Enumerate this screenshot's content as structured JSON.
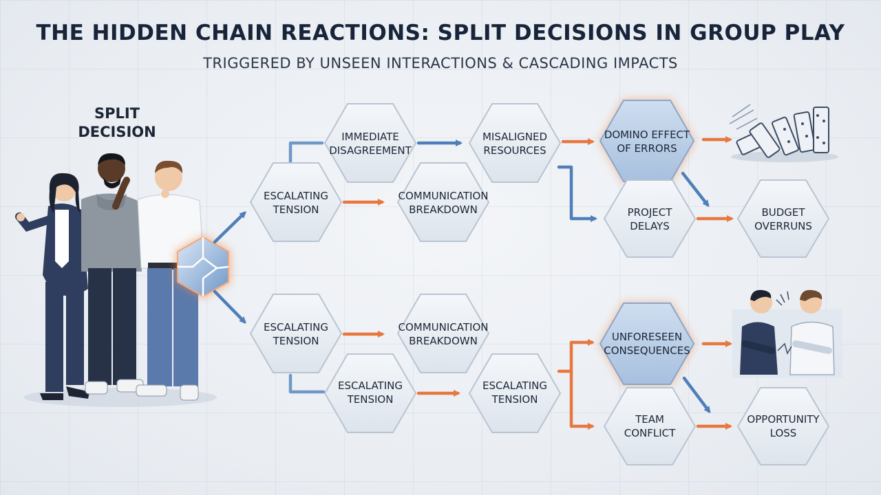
{
  "header": {
    "title": "THE HIDDEN CHAIN REACTIONS: SPLIT DECISIONS IN GROUP PLAY",
    "subtitle": "TRIGGERED BY UNSEEN INTERACTIONS & CASCADING IMPACTS"
  },
  "origin": {
    "label_line1": "SPLIT",
    "label_line2": "DECISION",
    "icon": "split-decision-node-icon",
    "people_icon": "three-people-thinking-icon"
  },
  "nodes": {
    "top_escalating": [
      "ESCALATING",
      "TENSION"
    ],
    "top_disagreement": [
      "IMMEDIATE",
      "DISAGREEMENT"
    ],
    "top_communication": [
      "COMMUNICATION",
      "BREAKDOWN"
    ],
    "top_resources": [
      "MISALIGNED",
      "RESOURCES"
    ],
    "top_domino": [
      "DOMINO EFFECT",
      "OF ERRORS"
    ],
    "top_delays": [
      "PROJECT",
      "DELAYS"
    ],
    "top_budget": [
      "BUDGET",
      "OVERRUNS"
    ],
    "bottom_escalating": [
      "ESCALATING",
      "TENSION"
    ],
    "bottom_communication": [
      "COMMUNICATION",
      "BREAKDOWN"
    ],
    "bottom_escalating2": [
      "ESCALATING",
      "TENSION"
    ],
    "bottom_escalating3": [
      "ESCALATING",
      "TENSION"
    ],
    "bottom_unforeseen": [
      "UNFORESEEN",
      "CONSEQUENCES"
    ],
    "bottom_conflict": [
      "TEAM",
      "CONFLICT"
    ],
    "bottom_opportunity": [
      "OPPORTUNITY",
      "LOSS"
    ]
  },
  "illustrations": {
    "dominoes": "falling-dominoes-icon",
    "conflict": "arguing-people-icon"
  },
  "colors": {
    "highlight_hex": "#b9cfe8",
    "normal_hex": "#e9eef4",
    "orange_arrow": "#e8773f",
    "blue_arrow": "#4f7fb8",
    "title": "#17243a"
  }
}
